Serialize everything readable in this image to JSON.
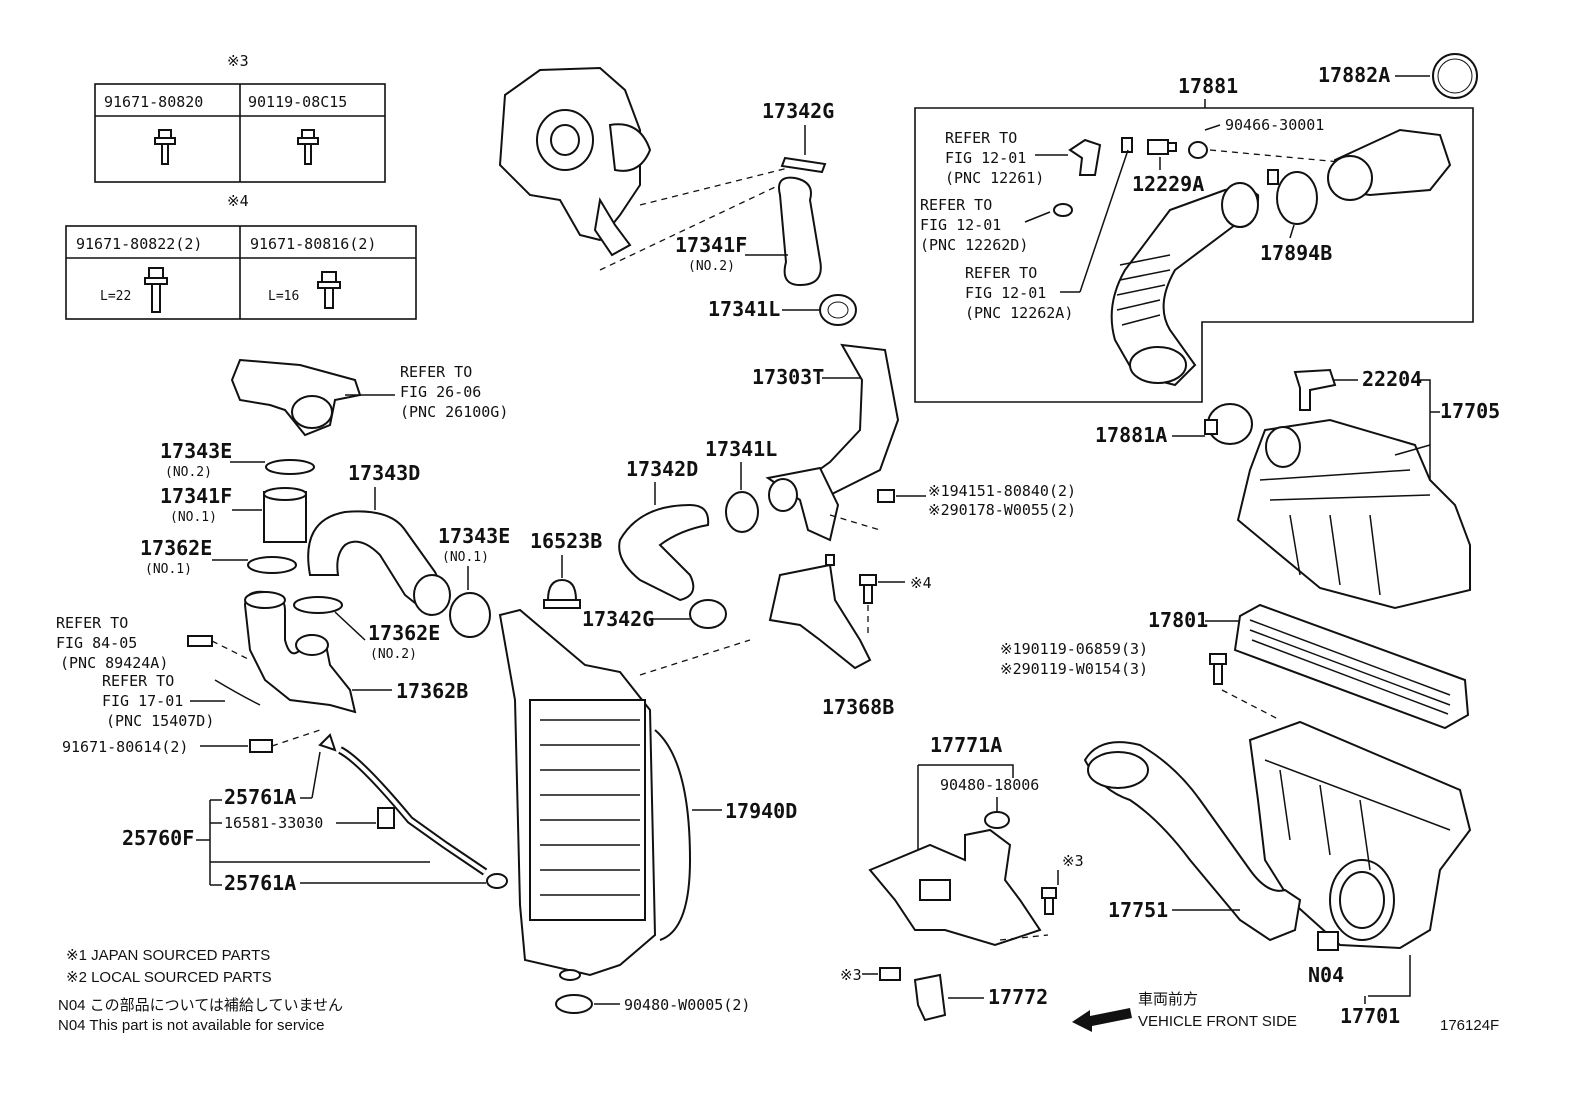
{
  "diagram_code": "176124F",
  "tables": [
    {
      "mark": "※3",
      "cols": [
        "91671-80820",
        "90119-08C15"
      ]
    },
    {
      "mark": "※4",
      "cols": [
        "91671-80822(2)",
        "91671-80816(2)"
      ],
      "lengths": [
        "L=22",
        "L=16"
      ]
    }
  ],
  "refs": {
    "r1": [
      "REFER TO",
      "FIG 26-06",
      "(PNC 26100G)"
    ],
    "r2": [
      "REFER TO",
      "FIG 84-05",
      "(PNC 89424A)"
    ],
    "r3": [
      "REFER TO",
      "FIG 17-01",
      "(PNC 15407D)"
    ],
    "r4": [
      "REFER TO",
      "FIG 12-01",
      "(PNC 12261)"
    ],
    "r5": [
      "REFER TO",
      "FIG 12-01",
      "(PNC 12262D)"
    ],
    "r6": [
      "REFER TO",
      "FIG 12-01",
      "(PNC 12262A)"
    ]
  },
  "parts": {
    "p17342G_a": "17342G",
    "p17341F_a": "17341F",
    "p17341F_a_sub": "(NO.2)",
    "p17341L_a": "17341L",
    "p17303T": "17303T",
    "p17341L_b": "17341L",
    "p17342D": "17342D",
    "p17342G_b": "17342G",
    "p16523B": "16523B",
    "p17343E_a": "17343E",
    "p17343E_a_sub": "(NO.2)",
    "p17341F_b": "17341F",
    "p17341F_b_sub": "(NO.1)",
    "p17362E_a": "17362E",
    "p17362E_a_sub": "(NO.1)",
    "p17343D": "17343D",
    "p17343E_b": "17343E",
    "p17343E_b_sub": "(NO.1)",
    "p17362E_b": "17362E",
    "p17362E_b_sub": "(NO.2)",
    "p17362B": "17362B",
    "p91671_80614": "91671-80614(2)",
    "p25761A_a": "25761A",
    "p16581": "16581-33030",
    "p25760F": "25760F",
    "p25761A_b": "25761A",
    "p17940D": "17940D",
    "p90480_W0005": "90480-W0005(2)",
    "p17368B": "17368B",
    "p194151": "※194151-80840(2)",
    "p290178": "※290178-W0055(2)",
    "p_x4": "※4",
    "p17881": "17881",
    "p17882A": "17882A",
    "p90466": "90466-30001",
    "p12229A": "12229A",
    "p17894B": "17894B",
    "p22204": "22204",
    "p17705": "17705",
    "p17881A": "17881A",
    "p17801": "17801",
    "p190119": "※190119-06859(3)",
    "p290119": "※290119-W0154(3)",
    "p17771A": "17771A",
    "p90480_18006": "90480-18006",
    "p_x3a": "※3",
    "p_x3b": "※3",
    "p17772": "17772",
    "p17751": "17751",
    "pN04": "N04",
    "p17701": "17701"
  },
  "notes": {
    "n1": "※1 JAPAN SOURCED PARTS",
    "n2": "※2 LOCAL SOURCED PARTS",
    "n3": "N04  この部品については補給していません",
    "n4": "N04  This part is not available for service"
  },
  "front": {
    "jp": "車両前方",
    "en": "VEHICLE FRONT SIDE"
  }
}
